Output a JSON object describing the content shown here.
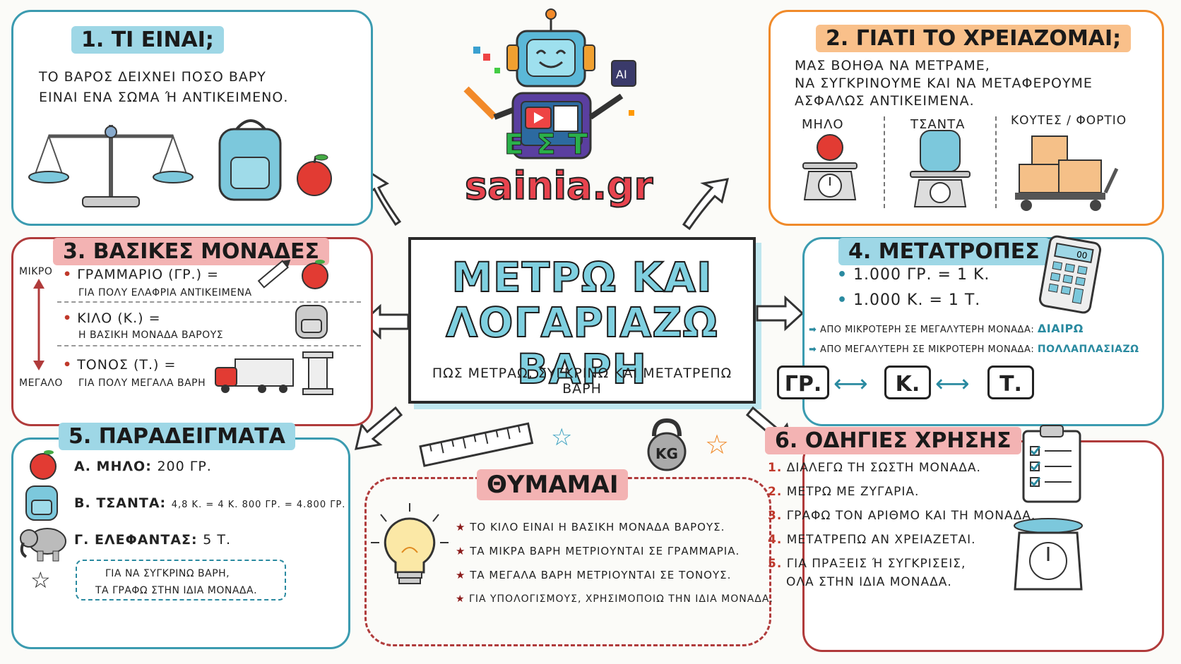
{
  "logo": {
    "brand": "sainia.gr",
    "ai_chip": "AI",
    "letters": "ΕΣΤ"
  },
  "center": {
    "title_line1": "ΜΕΤΡΩ ΚΑΙ",
    "title_line2": "ΛΟΓΑΡΙΑΖΩ ΒΑΡΗ",
    "subtitle": "ΠΩΣ ΜΕΤΡΑΩ, ΣΥΓΚΡΙΝΩ ΚΑΙ ΜΕΤΑΤΡΕΠΩ ΒΑΡΗ"
  },
  "p1": {
    "title": "1. ΤΙ ΕΙΝΑΙ;",
    "line1": "ΤΟ ΒΑΡΟΣ ΔΕΙΧΝΕΙ ΠΟΣΟ ΒΑΡΥ",
    "line2": "ΕΙΝΑΙ ΕΝΑ ΣΩΜΑ Ή ΑΝΤΙΚΕΙΜΕΝΟ."
  },
  "p2": {
    "title": "2. ΓΙΑΤΙ ΤΟ ΧΡΕΙΑΖΟΜΑΙ;",
    "line1": "ΜΑΣ ΒΟΗΘΑ ΝΑ ΜΕΤΡΑΜΕ,",
    "line2": "ΝΑ ΣΥΓΚΡΙΝΟΥΜΕ ΚΑΙ ΝΑ ΜΕΤΑΦΕΡΟΥΜΕ",
    "line3": "ΑΣΦΑΛΩΣ ΑΝΤΙΚΕΙΜΕΝΑ.",
    "col1": "ΜΗΛΟ",
    "col2": "ΤΣΑΝΤΑ",
    "col3": "ΚΟΥΤΕΣ / ΦΟΡΤΙΟ"
  },
  "p3": {
    "title": "3. ΒΑΣΙΚΕΣ ΜΟΝΑΔΕΣ",
    "side_top": "ΜΙΚΡΟ",
    "side_bottom": "ΜΕΓΑΛΟ",
    "u1": "ΓΡΑΜΜΑΡΙΟ (ΓΡ.) =",
    "u1d": "ΓΙΑ ΠΟΛΥ ΕΛΑΦΡΙΑ ΑΝΤΙΚΕΙΜΕΝΑ",
    "u2": "ΚΙΛΟ (Κ.) =",
    "u2d": "Η ΒΑΣΙΚΗ ΜΟΝΑΔΑ ΒΑΡΟΥΣ",
    "u3": "ΤΟΝΟΣ (Τ.) =",
    "u3d": "ΓΙΑ ΠΟΛΥ ΜΕΓΑΛΑ ΒΑΡΗ"
  },
  "p4": {
    "title": "4. ΜΕΤΑΤΡΟΠΕΣ",
    "c1": "1.000 ΓΡ. = 1 Κ.",
    "c2": "1.000 Κ. = 1 Τ.",
    "rule1": "ΑΠΟ ΜΙΚΡΟΤΕΡΗ ΣΕ ΜΕΓΑΛΥΤΕΡΗ ΜΟΝΑΔΑ:",
    "rule1v": "ΔΙΑΙΡΩ",
    "rule2": "ΑΠΟ ΜΕΓΑΛΥΤΕΡΗ ΣΕ ΜΙΚΡΟΤΕΡΗ ΜΟΝΑΔΑ:",
    "rule2v": "ΠΟΛΛΑΠΛΑΣΙΑΖΩ",
    "b1": "ΓΡ.",
    "b2": "Κ.",
    "b3": "Τ.",
    "calc": "00"
  },
  "p5": {
    "title": "5. ΠΑΡΑΔΕΙΓΜΑΤΑ",
    "e1": "Α. ΜΗΛΟ:",
    "e1v": "200 ΓΡ.",
    "e2": "Β. ΤΣΑΝΤΑ:",
    "e2v": "4,8 Κ. = 4 Κ. 800 ΓΡ. = 4.800 ΓΡ.",
    "e3": "Γ. ΕΛΕΦΑΝΤΑΣ:",
    "e3v": "5 Τ.",
    "note1": "ΓΙΑ ΝΑ ΣΥΓΚΡΙΝΩ ΒΑΡΗ,",
    "note2": "ΤΑ ΓΡΑΦΩ ΣΤΗΝ ΙΔΙΑ ΜΟΝΑΔΑ."
  },
  "p6": {
    "title": "6. ΟΔΗΓΙΕΣ ΧΡΗΣΗΣ",
    "s1": "ΔΙΑΛΕΓΩ ΤΗ ΣΩΣΤΗ ΜΟΝΑΔΑ.",
    "s2": "ΜΕΤΡΩ ΜΕ ΖΥΓΑΡΙΑ.",
    "s3": "ΓΡΑΦΩ ΤΟΝ ΑΡΙΘΜΟ ΚΑΙ ΤΗ ΜΟΝΑΔΑ.",
    "s4": "ΜΕΤΑΤΡΕΠΩ ΑΝ ΧΡΕΙΑΖΕΤΑΙ.",
    "s5a": "ΓΙΑ ΠΡΑΞΕΙΣ Ή ΣΥΓΚΡΙΣΕΙΣ,",
    "s5b": "ΟΛΑ ΣΤΗΝ ΙΔΙΑ ΜΟΝΑΔΑ.",
    "n1": "1.",
    "n2": "2.",
    "n3": "3.",
    "n4": "4.",
    "n5": "5."
  },
  "p7": {
    "title": "ΘΥΜΑΜΑΙ",
    "r1": "ΤΟ ΚΙΛΟ ΕΙΝΑΙ Η ΒΑΣΙΚΗ ΜΟΝΑΔΑ ΒΑΡΟΥΣ.",
    "r2": "ΤΑ ΜΙΚΡΑ ΒΑΡΗ ΜΕΤΡΙΟΥΝΤΑΙ ΣΕ ΓΡΑΜΜΑΡΙΑ.",
    "r3": "ΤΑ ΜΕΓΑΛΑ ΒΑΡΗ ΜΕΤΡΙΟΥΝΤΑΙ ΣΕ ΤΟΝΟΥΣ.",
    "r4": "ΓΙΑ ΥΠΟΛΟΓΙΣΜΟΥΣ, ΧΡΗΣΙΜΟΠΟΙΩ ΤΗΝ ΙΔΙΑ ΜΟΝΑΔΑ."
  },
  "kettlebell": "KG"
}
